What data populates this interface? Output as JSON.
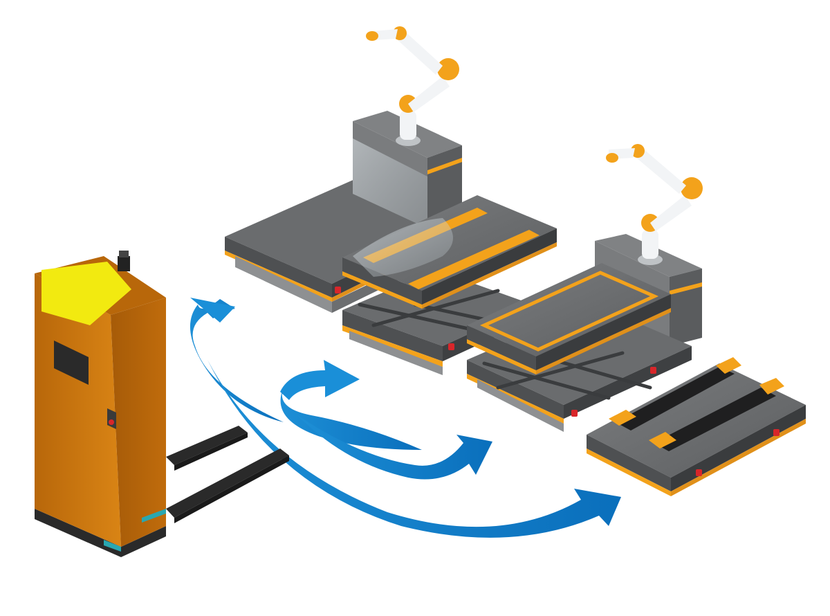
{
  "colors": {
    "background": "#ffffff",
    "forklift_body": "#c8730c",
    "forklift_top": "#f2ea10",
    "forklift_dark": "#2a2a2a",
    "platform_gray": "#6e7072",
    "platform_dark": "#4b4d4f",
    "platform_light": "#9b9d9f",
    "accent_orange": "#f3a21b",
    "arm_white": "#f2f4f6",
    "arrow_blue": "#1a8fd8",
    "indicator_red": "#d8262a"
  },
  "elements": [
    "forklift-agv",
    "mobile-manipulator-robot",
    "lifting-platform-agv",
    "lifting-mobile-manipulator",
    "roller-conveyor-agv"
  ],
  "icons": [
    "curved-arrow-icon"
  ]
}
